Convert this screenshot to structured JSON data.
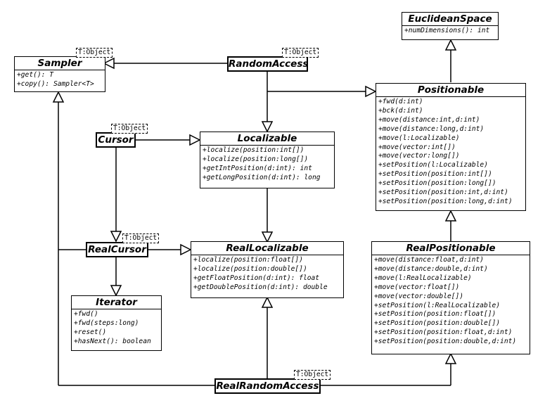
{
  "type_param": "T:Object",
  "euclidean_space": {
    "name": "EuclideanSpace",
    "members": [
      "+numDimensions(): int"
    ]
  },
  "sampler": {
    "name": "Sampler",
    "members": [
      "+get(): T",
      "+copy(): Sampler<T>"
    ]
  },
  "random_access": {
    "name": "RandomAccess"
  },
  "positionable": {
    "name": "Positionable",
    "members": [
      "+fwd(d:int)",
      "+bck(d:int)",
      "+move(distance:int,d:int)",
      "+move(distance:long,d:int)",
      "+move(l:Localizable)",
      "+move(vector:int[])",
      "+move(vector:long[])",
      "+setPosition(l:Localizable)",
      "+setPosition(position:int[])",
      "+setPosition(position:long[])",
      "+setPosition(position:int,d:int)",
      "+setPosition(position:long,d:int)"
    ]
  },
  "cursor": {
    "name": "Cursor"
  },
  "localizable": {
    "name": "Localizable",
    "members": [
      "+localize(position:int[])",
      "+localize(position:long[])",
      "+getIntPosition(d:int): int",
      "+getLongPosition(d:int): long"
    ]
  },
  "real_cursor": {
    "name": "RealCursor"
  },
  "real_localizable": {
    "name": "RealLocalizable",
    "members": [
      "+localize(position:float[])",
      "+localize(position:double[])",
      "+getFloatPosition(d:int): float",
      "+getDoublePosition(d:int): double"
    ]
  },
  "real_positionable": {
    "name": "RealPositionable",
    "members": [
      "+move(distance:float,d:int)",
      "+move(distance:double,d:int)",
      "+move(l:RealLocalizable)",
      "+move(vector:float[])",
      "+move(vector:double[])",
      "+setPosition(l:RealLocalizable)",
      "+setPosition(position:float[])",
      "+setPosition(position:double[])",
      "+setPosition(position:float,d:int)",
      "+setPosition(position:double,d:int)"
    ]
  },
  "iterator": {
    "name": "Iterator",
    "members": [
      "+fwd()",
      "+fwd(steps:long)",
      "+reset()",
      "+hasNext(): boolean"
    ]
  },
  "real_random_access": {
    "name": "RealRandomAccess"
  }
}
